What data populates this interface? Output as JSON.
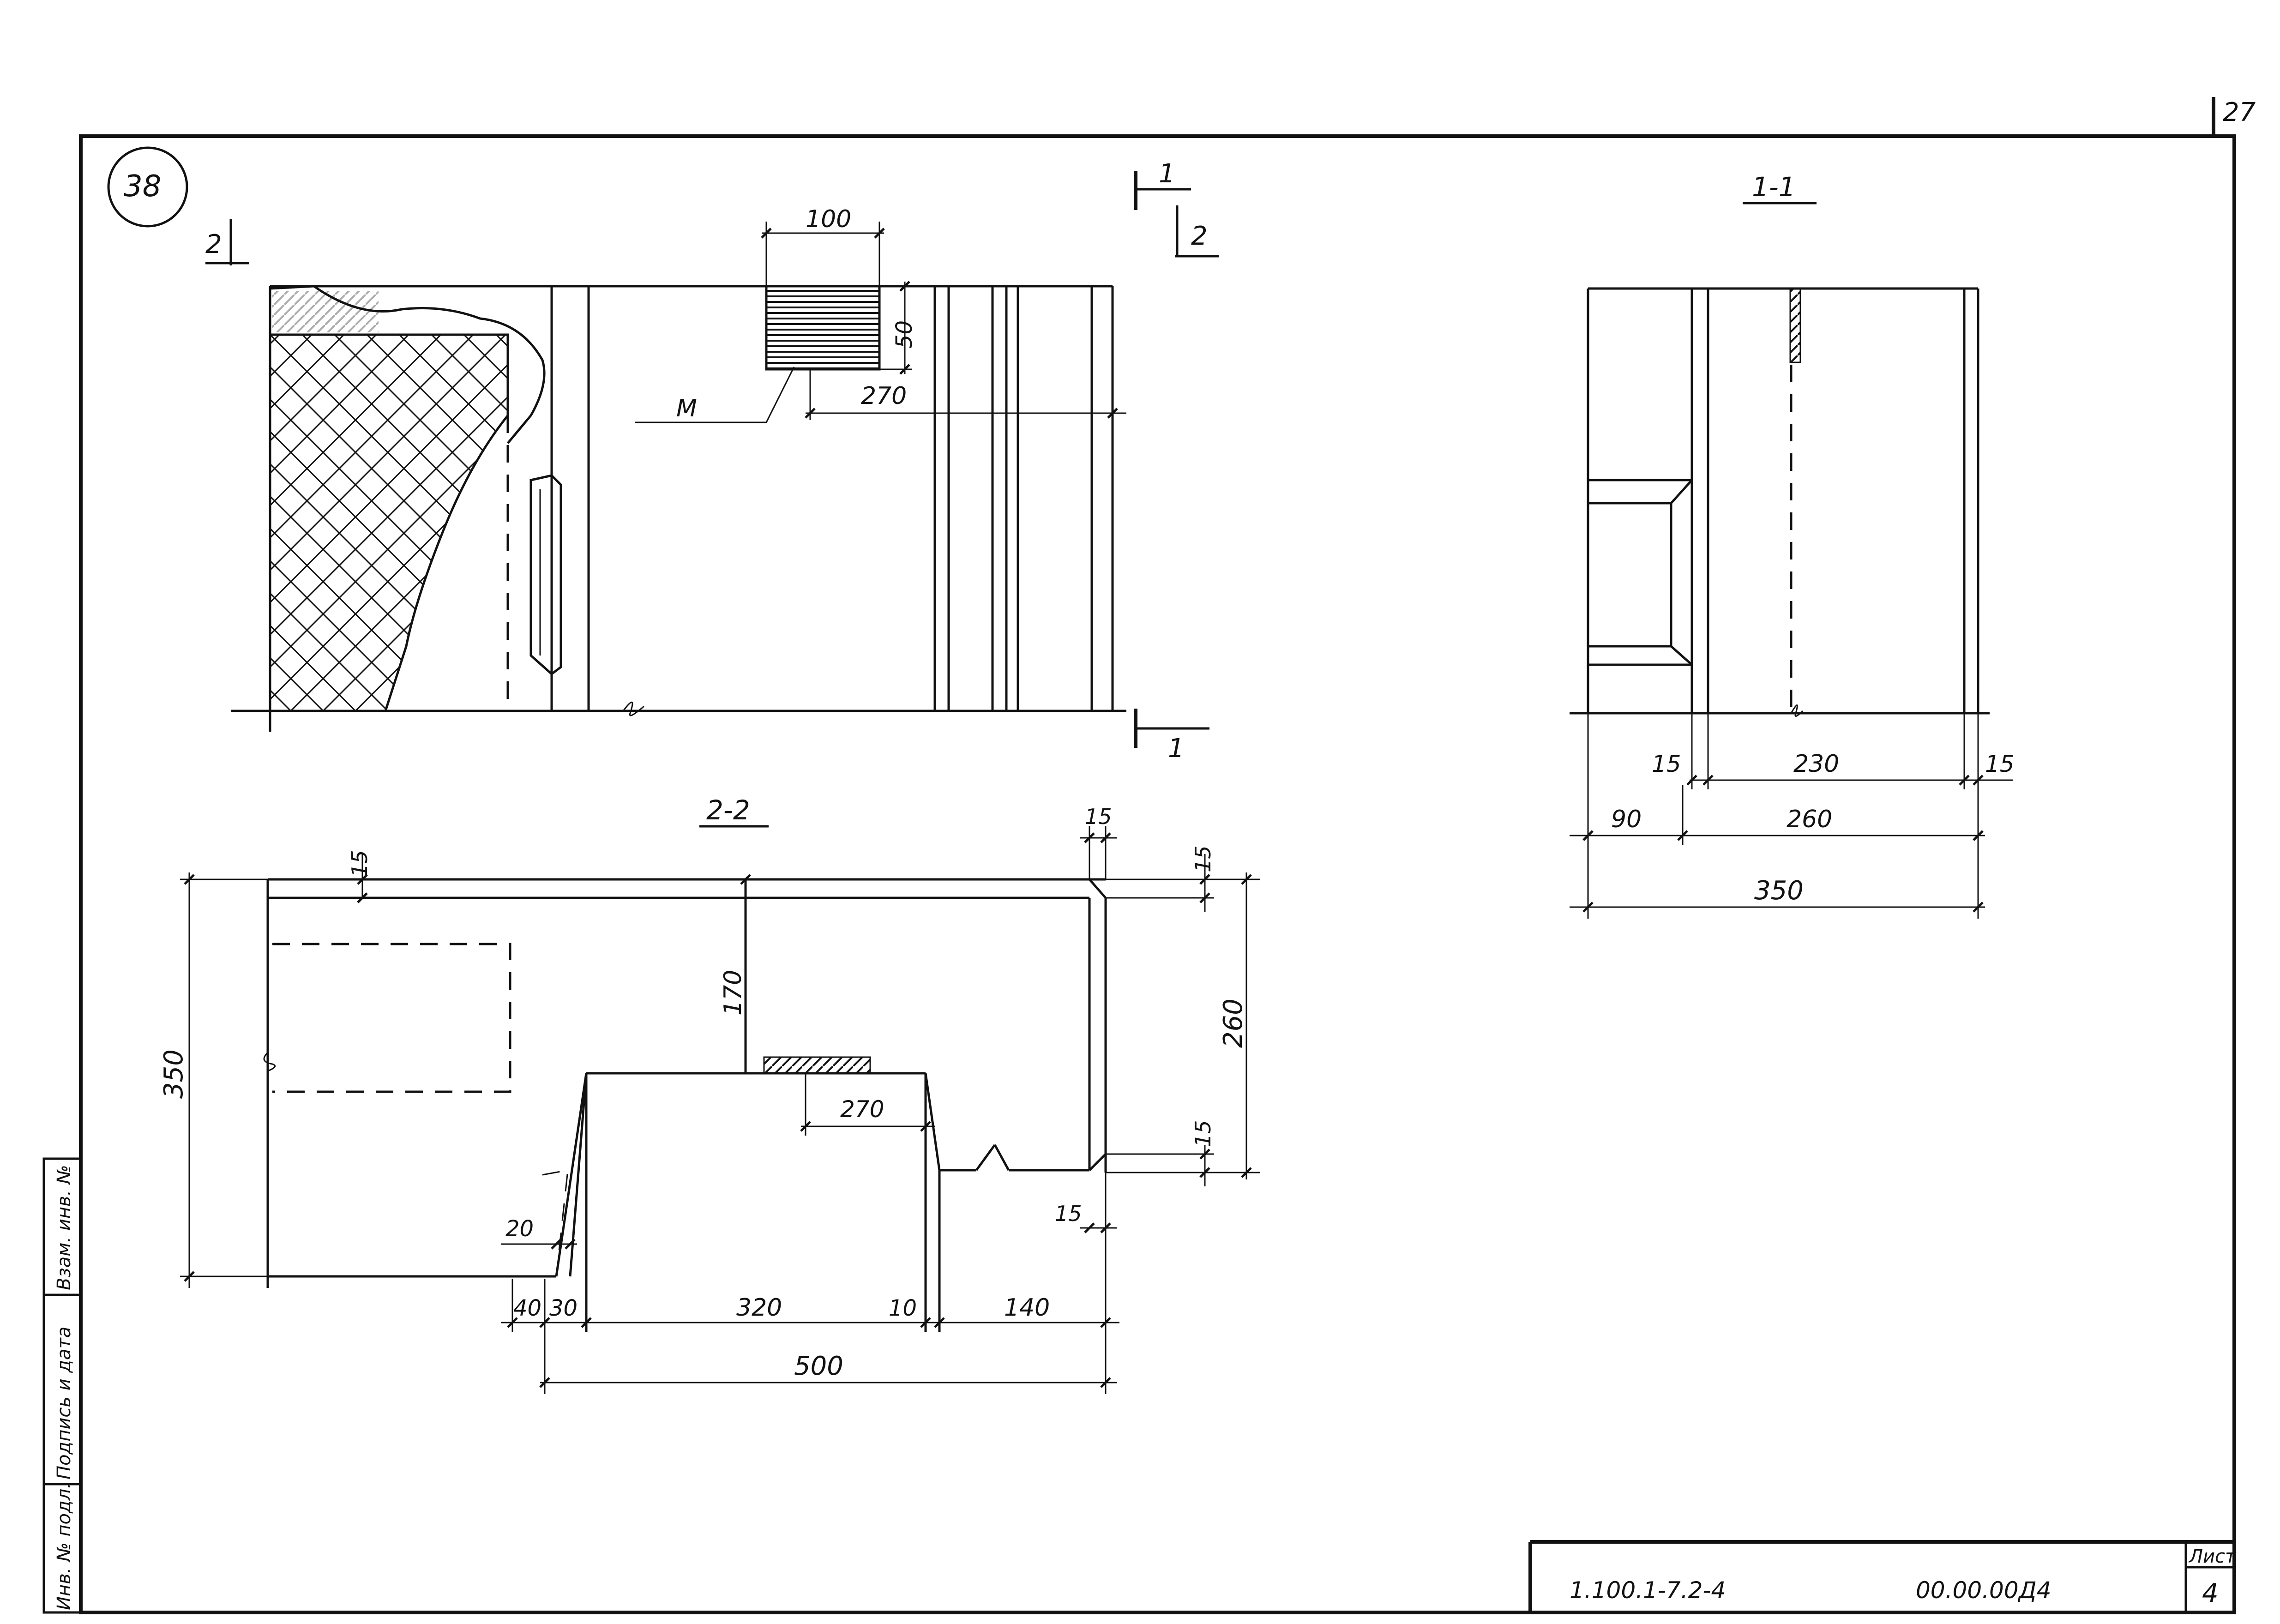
{
  "sheet": {
    "page_number": "27",
    "detail_mark": "38",
    "code": "1.100.1-7.2-4",
    "doc_number": "00.00.00Д4",
    "sheet_label": "Лист",
    "sheet_number": "4"
  },
  "side_stamp": [
    "Инв. № подл.",
    "Подпись и дата",
    "Взам. инв. №"
  ],
  "elevation": {
    "cut_1_top": "1",
    "cut_1_bottom": "1",
    "cut_2_left": "2",
    "cut_2_right": "2",
    "dim_100": "100",
    "dim_50": "50",
    "dim_270": "270",
    "label_m": "М"
  },
  "section_11": {
    "title": "1-1",
    "dim_15_left": "15",
    "dim_230": "230",
    "dim_15_right": "15",
    "dim_90": "90",
    "dim_260": "260",
    "dim_350": "350"
  },
  "section_22": {
    "title": "2-2",
    "dim_15_top_a": "15",
    "dim_15_top_b": "15",
    "dim_15_right_top": "15",
    "dim_350": "350",
    "dim_170": "170",
    "dim_260": "260",
    "dim_270": "270",
    "dim_15_right_mid": "15",
    "dim_15_bottom": "15",
    "dim_20": "20",
    "dim_40": "40",
    "dim_30": "30",
    "dim_320": "320",
    "dim_10": "10",
    "dim_140": "140",
    "dim_500": "500"
  },
  "colors": {
    "ink": "#111111",
    "paper": "#ffffff"
  }
}
